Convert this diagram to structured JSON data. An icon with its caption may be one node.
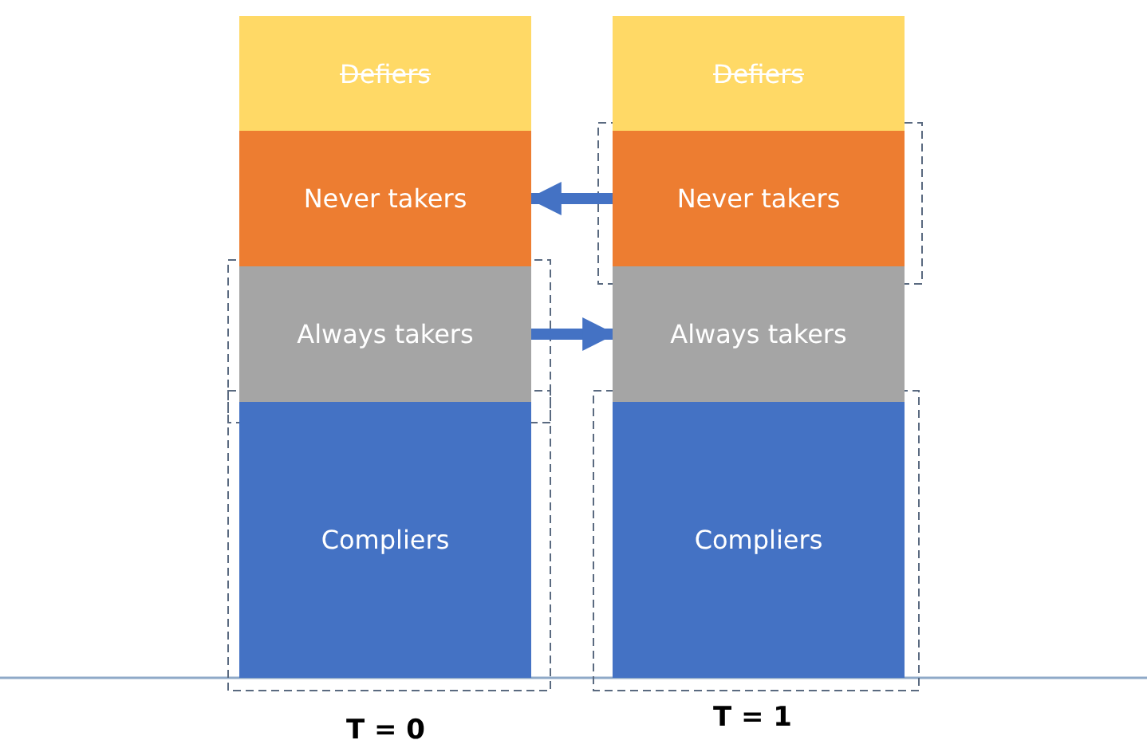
{
  "diagram": {
    "nodes": [
      {
        "text": [
          "Defiers"
        ]
      },
      {
        "text": [
          "Never takers"
        ]
      },
      {
        "text": [
          "Always takers"
        ]
      },
      {
        "text": [
          "Compliers"
        ]
      },
      {
        "text": [
          "Defiers"
        ]
      },
      {
        "text": [
          "Never takers"
        ]
      },
      {
        "text": [
          "Always takers"
        ]
      },
      {
        "text": [
          "Compliers"
        ]
      }
    ],
    "edges": [
      {
        "from": 5,
        "to": 1,
        "arrow": "to"
      },
      {
        "from": 2,
        "to": 6,
        "arrow": "to"
      }
    ],
    "labels": [
      "T = 1",
      "T = 0"
    ]
  }
}
